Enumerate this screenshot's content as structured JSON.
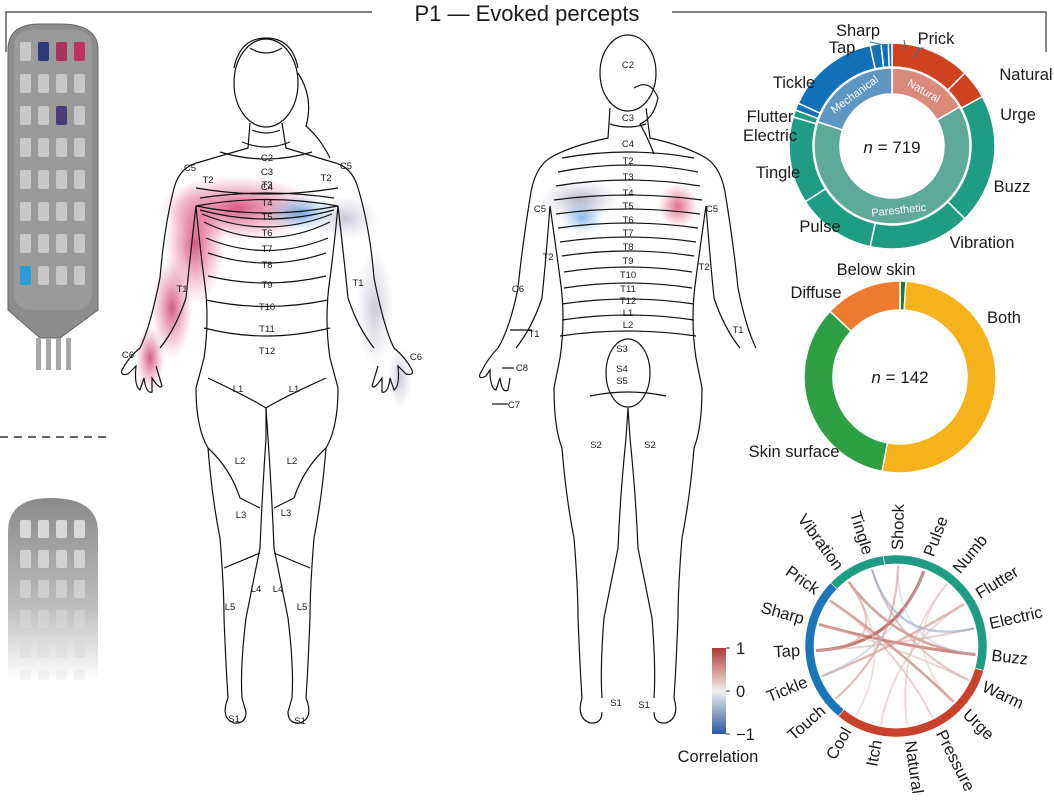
{
  "figure": {
    "title": "P1 — Evoked percepts"
  },
  "body_labels": {
    "front": {
      "neck": [
        "C2",
        "C3",
        "C4"
      ],
      "shoulder_left": "C5",
      "shoulder_right": "C5",
      "torso": [
        "T3",
        "T4",
        "T5",
        "T6",
        "T7",
        "T8",
        "T9",
        "T10",
        "T11",
        "T12"
      ],
      "t2_left": "T2",
      "t2_right": "T2",
      "t1_left": "T1",
      "t1_right": "T1",
      "hand_left": "C6",
      "hand_right": "C6",
      "l1_left": "L1",
      "l1_right": "L1",
      "l2_left": "L2",
      "l2_right": "L2",
      "l3_left": "L3",
      "l3_right": "L3",
      "l4_left": "L4",
      "l4_right": "L4",
      "l5_left": "L5",
      "l5_right": "L5",
      "s1_left": "S1",
      "s1_right": "S1"
    },
    "back": {
      "head": "C2",
      "neck": "C3",
      "spine": [
        "C4",
        "T2",
        "T3",
        "T4",
        "T5",
        "T6",
        "T7",
        "T8",
        "T9",
        "T10",
        "T11",
        "T12",
        "L1",
        "L2"
      ],
      "c5_left": "C5",
      "c5_right": "C5",
      "t2_left": "T2",
      "t2_right": "T2",
      "c6_left": "C6",
      "t1_left": "T1",
      "t1_right": "T1",
      "c8_left": "C8",
      "c7_left": "C7",
      "sacral": [
        "S3",
        "S4",
        "S5"
      ],
      "s2_left": "S2",
      "s2_right": "S2",
      "s1_left": "S1",
      "s1_right": "S1"
    }
  },
  "chart_data": [
    {
      "type": "pie",
      "variant": "sunburst",
      "center_label_prefix": "n",
      "center_label_value": "= 719",
      "outer_ring": [
        {
          "label": "Natural",
          "value": 11,
          "color": "#d0411f"
        },
        {
          "label": "Urge",
          "value": 4,
          "color": "#d0411f"
        },
        {
          "label": "Buzz",
          "value": 18,
          "color": "#1f9c84"
        },
        {
          "label": "Vibration",
          "value": 14,
          "color": "#1f9c84"
        },
        {
          "label": "Pulse",
          "value": 11,
          "color": "#1f9c84"
        },
        {
          "label": "Tingle",
          "value": 12,
          "color": "#1f9c84"
        },
        {
          "label": "Electric",
          "value": 1,
          "color": "#1f9c84"
        },
        {
          "label": "Flutter",
          "value": 1,
          "color": "#1070b8"
        },
        {
          "label": "Tickle",
          "value": 13,
          "color": "#1070b8"
        },
        {
          "label": "Tap",
          "value": 1.5,
          "color": "#1070b8"
        },
        {
          "label": "Sharp",
          "value": 1,
          "color": "#1070b8"
        },
        {
          "label": "Prick",
          "value": 0.5,
          "color": "#1070b8"
        }
      ],
      "inner_ring": [
        {
          "label": "Natural",
          "value": 15,
          "color": "#d98a78"
        },
        {
          "label": "Paresthetic",
          "value": 57,
          "color": "#5fa99a"
        },
        {
          "label": "Mechanical",
          "value": 18,
          "color": "#5d96c3"
        }
      ]
    },
    {
      "type": "pie",
      "variant": "donut",
      "center_label_prefix": "n",
      "center_label_value": "= 142",
      "slices": [
        {
          "label": "Below skin",
          "value": 1,
          "color": "#1f7a3c"
        },
        {
          "label": "Both",
          "value": 52,
          "color": "#f5b21a"
        },
        {
          "label": "Skin surface",
          "value": 34,
          "color": "#2ea043"
        },
        {
          "label": "Diffuse",
          "value": 13,
          "color": "#ee7b30"
        }
      ]
    },
    {
      "type": "chord",
      "labels": [
        "Shock",
        "Pulse",
        "Numb",
        "Flutter",
        "Electric",
        "Buzz",
        "Warm",
        "Urge",
        "Pressure",
        "Natural",
        "Itch",
        "Cool",
        "Touch",
        "Tickle",
        "Tap",
        "Sharp",
        "Prick",
        "Vibration",
        "Tingle"
      ],
      "ring_segments": [
        {
          "from": 0,
          "to": 6,
          "color": "#1f9c84"
        },
        {
          "from": 6,
          "to": 12,
          "color": "#c9412d"
        },
        {
          "from": 12,
          "to": 17,
          "color": "#1a76b8"
        },
        {
          "from": 17,
          "to": 19,
          "color": "#1f9c84"
        }
      ],
      "links": [
        {
          "a": "Tap",
          "b": "Pulse",
          "r": 0.8
        },
        {
          "a": "Sharp",
          "b": "Buzz",
          "r": 0.7
        },
        {
          "a": "Prick",
          "b": "Urge",
          "r": 0.6
        },
        {
          "a": "Tickle",
          "b": "Flutter",
          "r": 0.5
        },
        {
          "a": "Vibration",
          "b": "Buzz",
          "r": 0.6
        },
        {
          "a": "Tingle",
          "b": "Warm",
          "r": 0.4
        },
        {
          "a": "Touch",
          "b": "Shock",
          "r": 0.45
        },
        {
          "a": "Tap",
          "b": "Electric",
          "r": 0.35
        },
        {
          "a": "Natural",
          "b": "Numb",
          "r": 0.3
        },
        {
          "a": "Pressure",
          "b": "Prick",
          "r": 0.35
        },
        {
          "a": "Itch",
          "b": "Flutter",
          "r": 0.3
        },
        {
          "a": "Sharp",
          "b": "Warm",
          "r": 0.3
        },
        {
          "a": "Cool",
          "b": "Vibration",
          "r": 0.25
        },
        {
          "a": "Tingle",
          "b": "Electric",
          "r": -0.45
        },
        {
          "a": "Pulse",
          "b": "Tickle",
          "r": -0.3
        },
        {
          "a": "Shock",
          "b": "Buzz",
          "r": -0.25
        },
        {
          "a": "Vibration",
          "b": "Tap",
          "r": 0.4
        },
        {
          "a": "Numb",
          "b": "Urge",
          "r": 0.25
        }
      ],
      "colorbar": {
        "max_label": "1",
        "mid_label": "0",
        "min_label": "−1",
        "title": "Correlation",
        "max_color": "#a93a30",
        "mid_color": "#f3eeee",
        "min_color": "#2a5a9c"
      }
    }
  ]
}
